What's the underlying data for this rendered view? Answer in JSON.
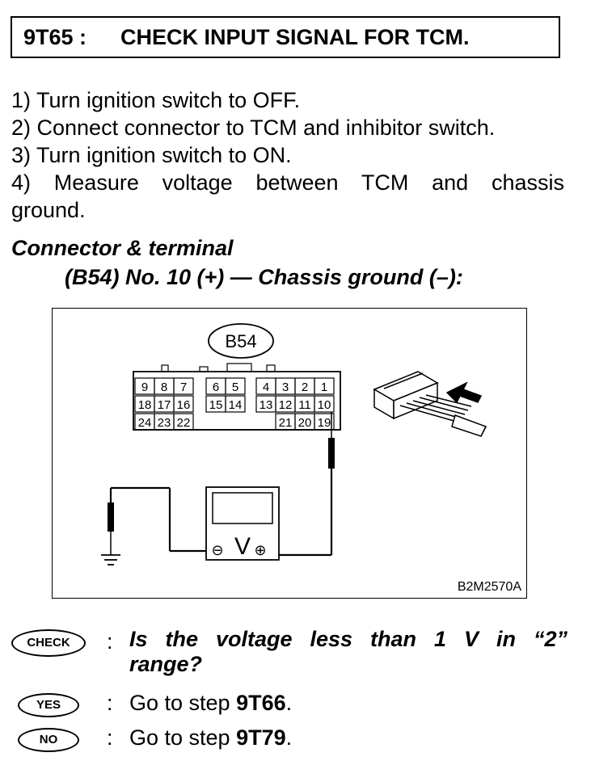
{
  "header": {
    "code": "9T65 :",
    "title": "CHECK INPUT SIGNAL FOR TCM."
  },
  "steps": [
    "1)  Turn ignition switch to OFF.",
    "2)  Connect connector to TCM and inhibitor switch.",
    "3)  Turn ignition switch to ON.",
    "4)  Measure voltage between TCM and chassis",
    "ground."
  ],
  "connector": {
    "heading": "Connector & terminal",
    "terminal": "(B54) No. 10 (+) — Chassis ground (–):"
  },
  "figure": {
    "connector_label": "B54",
    "pins_row1": [
      "9",
      "8",
      "7",
      "6",
      "5",
      "4",
      "3",
      "2",
      "1"
    ],
    "pins_row2": [
      "18",
      "17",
      "16",
      "15",
      "14",
      "13",
      "12",
      "11",
      "10"
    ],
    "pins_row3": [
      "24",
      "23",
      "22",
      "21",
      "20",
      "19"
    ],
    "meter_symbol": "V",
    "minus_symbol": "⊖",
    "plus_symbol": "⊕",
    "figure_code": "B2M2570A"
  },
  "check": {
    "badge": "CHECK",
    "colon": ":",
    "question_line1": "Is the voltage less than 1 V in “2”",
    "question_line2": "range?"
  },
  "yes": {
    "badge": "YES",
    "colon": ":",
    "prefix": "Go to step ",
    "step": "9T66",
    "suffix": "."
  },
  "no": {
    "badge": "NO",
    "colon": ":",
    "prefix": "Go to step ",
    "step": "9T79",
    "suffix": "."
  }
}
